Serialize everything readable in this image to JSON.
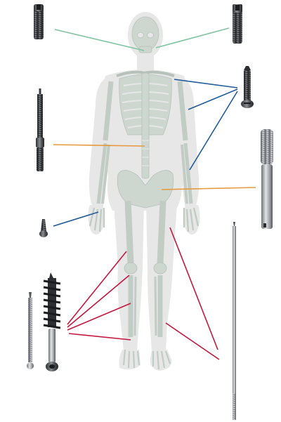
{
  "figure": {
    "description_text": "",
    "body_color": "#e7e7e7",
    "bone_color": "#cdd7cf",
    "bone_shadow": "#b9c5bd",
    "metal_dark": "#3b3d40",
    "metal_mid": "#7b7e82",
    "metal_light": "#c4c7ca"
  },
  "leader_colors": {
    "skull": "#7fc4a0",
    "spine_pelvis": "#e79a3c",
    "arm_hand": "#1f5a9a",
    "leg": "#c2183e"
  },
  "implants": [
    {
      "id": "cannulated-screw-top-left",
      "icon": "cannulated-screw-icon"
    },
    {
      "id": "cannulated-screw-top-right",
      "icon": "cannulated-screw-icon"
    },
    {
      "id": "cortical-screw-small",
      "icon": "cortical-screw-icon"
    },
    {
      "id": "pedicle-screw",
      "icon": "pedicle-screw-icon"
    },
    {
      "id": "hip-lag-screw",
      "icon": "lag-screw-icon"
    },
    {
      "id": "mini-screw",
      "icon": "mini-screw-icon"
    },
    {
      "id": "long-thin-screw",
      "icon": "thin-screw-icon"
    },
    {
      "id": "cancellous-screw",
      "icon": "cancellous-screw-icon"
    },
    {
      "id": "intramedullary-rod",
      "icon": "rod-icon"
    }
  ]
}
